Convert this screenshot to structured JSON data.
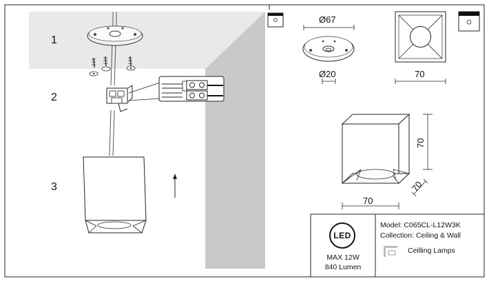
{
  "steps": {
    "step1": "1",
    "step2": "2",
    "step3": "3"
  },
  "dimensions": {
    "base_diameter": "Ø67",
    "hole_diameter": "Ø20",
    "top_width": "70",
    "side_height": "70",
    "side_width": "70",
    "side_depth": "70"
  },
  "info_panel": {
    "led_badge": "LED",
    "power": "MAX 12W",
    "lumen": "840 Lumen",
    "model": "Model: C065CL-L12W3K",
    "collection": "Collection: Ceiling & Wall",
    "category": "Ceilling Lamps"
  },
  "icons": {
    "mount_tag_left": "ceiling-mount-icon",
    "mount_tag_right": "ceiling-mount-icon",
    "lamp": "ceiling-lamp-icon",
    "arrow": "arrow-up-icon"
  }
}
